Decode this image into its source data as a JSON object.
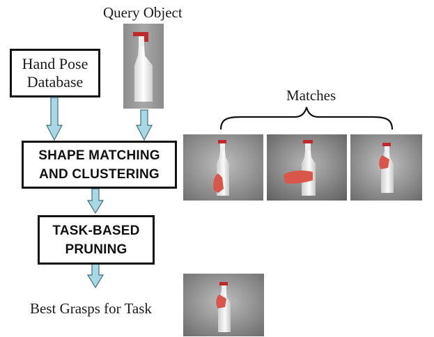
{
  "query_object_label": "Query Object",
  "hand_pose_database": {
    "line1": "Hand Pose",
    "line2": "Database"
  },
  "shape_matching": {
    "line1": "SHAPE MATCHING",
    "line2": "AND CLUSTERING"
  },
  "task_pruning": {
    "line1": "TASK-BASED",
    "line2": "PRUNING"
  },
  "matches_label": "Matches",
  "best_grasps_label": "Best Grasps for Task",
  "colors": {
    "arrow_fill": "#a9d8e4",
    "arrow_stroke": "#3c6f7c",
    "bottle_cap_red": "#c0282b",
    "hand_skin": "#d8564a"
  }
}
